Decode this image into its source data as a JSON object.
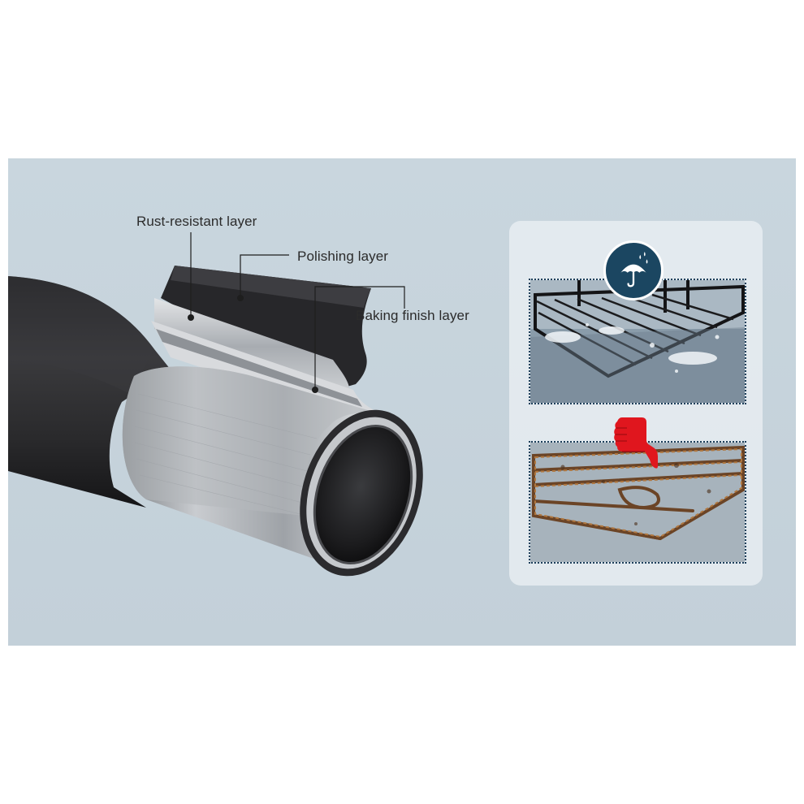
{
  "diagram": {
    "labels": {
      "rust_resistant": "Rust-resistant layer",
      "polishing": "Polishing layer",
      "baking_finish": "Baking finish layer"
    },
    "icons": {
      "top_badge": "umbrella-rain-icon",
      "bottom_badge": "thumbs-down-icon"
    },
    "colors": {
      "background": "#c7d4dc",
      "tube_coating": "#2a2a2c",
      "steel": "#b9bcc0",
      "badge": "#1b4661",
      "thumb": "#e0161e",
      "dotted_frame": "#1d3f5a"
    },
    "comparison": {
      "top_photo": "black wire rack with water splash",
      "bottom_photo": "rusty wire rack"
    }
  }
}
